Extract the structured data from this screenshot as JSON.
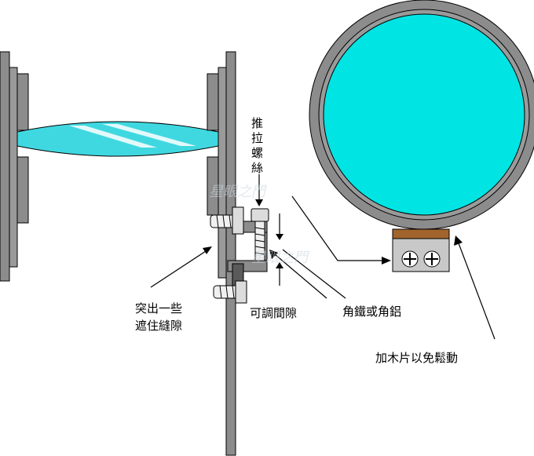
{
  "labels": {
    "push_pull_screw": [
      "推",
      "拉",
      "螺",
      "絲"
    ],
    "protrude_line1": "突出一些",
    "protrude_line2": "遮住縫隙",
    "adjustable_gap": "可調間隙",
    "angle_bracket": "角鐵或角鋁",
    "wood_piece": "加木片以免鬆動"
  },
  "watermark": "星眼之門",
  "colors": {
    "lens": "#40d8e0",
    "mirror": "#00e4e4",
    "frame": "#8c8c8c",
    "frame_dark": "#5a5a5a",
    "wood": "#a0642c",
    "outline": "#000000"
  }
}
